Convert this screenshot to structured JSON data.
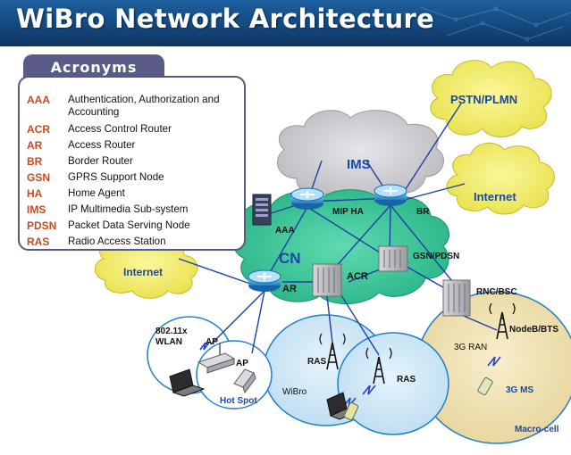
{
  "title": "WiBro Network Architecture",
  "acronyms": {
    "heading": "Acronyms",
    "items": [
      {
        "abbr": "AAA",
        "definition": "Authentication, Authorization and Accounting"
      },
      {
        "abbr": "ACR",
        "definition": "Access Control Router"
      },
      {
        "abbr": "AR",
        "definition": "Access Router"
      },
      {
        "abbr": "BR",
        "definition": "Border Router"
      },
      {
        "abbr": "GSN",
        "definition": "GPRS Support Node"
      },
      {
        "abbr": "HA",
        "definition": "Home Agent"
      },
      {
        "abbr": "IMS",
        "definition": "IP Multimedia Sub-system"
      },
      {
        "abbr": "PDSN",
        "definition": "Packet Data Serving Node"
      },
      {
        "abbr": "RAS",
        "definition": "Radio Access Station"
      }
    ]
  },
  "clouds": {
    "pstn": "PSTN/PLMN",
    "ims": "IMS",
    "internet_right": "Internet",
    "internet_left": "Internet",
    "cn": "CN"
  },
  "nodes": {
    "mip_ha": "MIP HA",
    "br": "BR",
    "aaa": "AAA",
    "gsn_pdsn": "GSN/PDSN",
    "acr": "ACR",
    "ar": "AR",
    "rnc_bsc": "RNC/BSC",
    "nodeb_bts": "NodeB/BTS",
    "ran_3g": "3G RAN",
    "ms_3g": "3G MS",
    "macro_cell": "Macro-cell",
    "wlan": "802.11x\nWLAN",
    "ap_1": "AP",
    "ap_2": "AP",
    "hot_spot": "Hot Spot",
    "wibro": "WiBro",
    "ras_1": "RAS",
    "ras_2": "RAS"
  },
  "colors": {
    "title_bar": "#14497e",
    "cloud_yellow": "#f4f073",
    "cloud_gray": "#cfcfd3",
    "cloud_cn": "#3cc49a",
    "cell_blue": "#cce6f6",
    "cell_tan": "#f1e2b0",
    "acronym_abbr": "#c94b1d",
    "label_blue": "#1848a8"
  }
}
